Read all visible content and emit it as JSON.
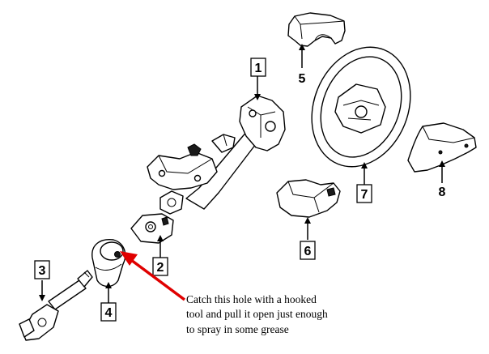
{
  "callouts": [
    {
      "id": "1",
      "label": "1"
    },
    {
      "id": "2",
      "label": "2"
    },
    {
      "id": "3",
      "label": "3"
    },
    {
      "id": "4",
      "label": "4"
    },
    {
      "id": "5",
      "label": "5"
    },
    {
      "id": "6",
      "label": "6"
    },
    {
      "id": "7",
      "label": "7"
    },
    {
      "id": "8",
      "label": "8"
    }
  ],
  "annotation": {
    "lines": [
      "Catch this hole with a hooked",
      "tool and pull it open just enough",
      "to spray in some grease"
    ],
    "arrow_color": "#e00000"
  },
  "colors": {
    "line": "#000000",
    "background": "#ffffff",
    "highlight_arrow": "#e00000"
  }
}
